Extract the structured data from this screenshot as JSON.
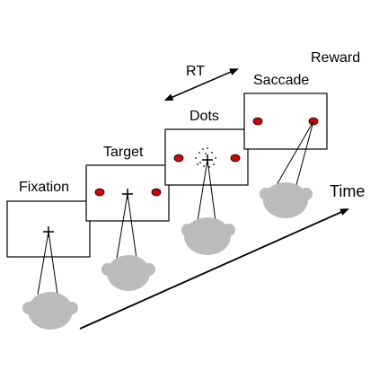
{
  "stages": [
    {
      "label": "Fixation"
    },
    {
      "label": "Target"
    },
    {
      "label": "Dots"
    },
    {
      "label": "Saccade"
    }
  ],
  "labels": {
    "reward": "Reward",
    "rt": "RT",
    "time": "Time"
  },
  "colors": {
    "target": "#d40000",
    "head": "#bbbbbb",
    "line": "#000000"
  }
}
